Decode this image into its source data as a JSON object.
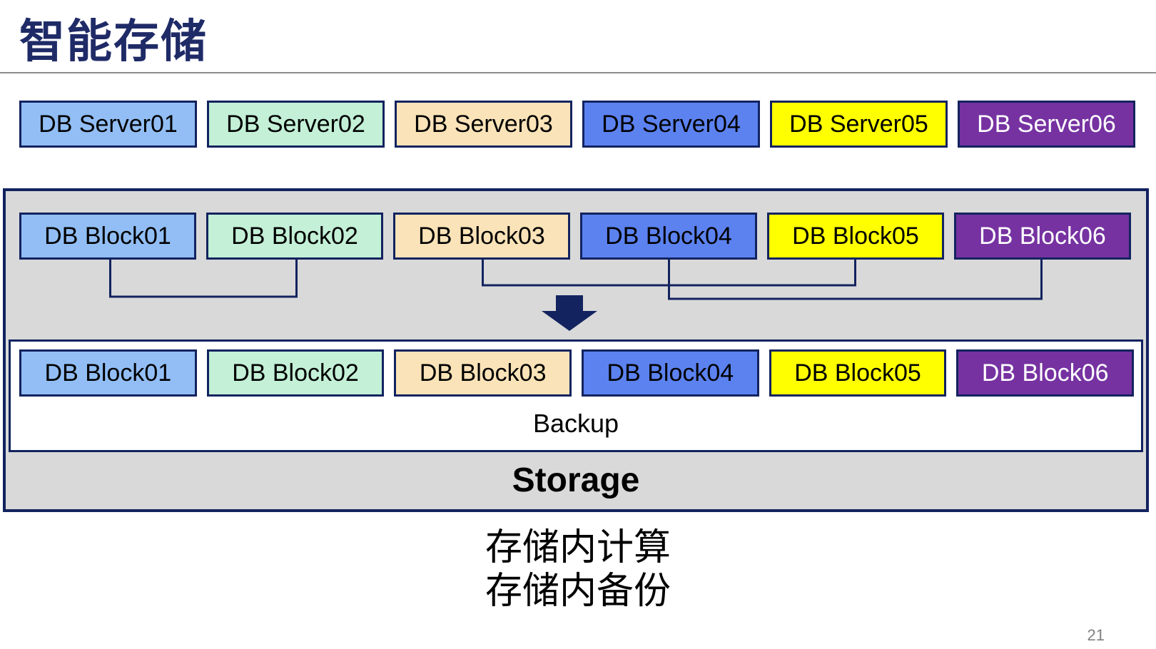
{
  "title": "智能存储",
  "page_number": "21",
  "captions": {
    "line1": "存储内计算",
    "line2": "存储内备份"
  },
  "colors": {
    "navy": "#13235F",
    "title_navy": "#1F2B67",
    "container_gray": "#D9D9D9",
    "divider_gray": "#8C8C8C",
    "page_number_gray": "#808080"
  },
  "palette": [
    {
      "bg": "#92BEF5",
      "text": "#000000"
    },
    {
      "bg": "#C3F0D6",
      "text": "#000000"
    },
    {
      "bg": "#FAE3B8",
      "text": "#000000"
    },
    {
      "bg": "#5C82F0",
      "text": "#000000"
    },
    {
      "bg": "#FFFF00",
      "text": "#000000"
    },
    {
      "bg": "#7632A1",
      "text": "#FFFFFF"
    }
  ],
  "server_row": {
    "items": [
      {
        "label": "DB Server01"
      },
      {
        "label": "DB Server02"
      },
      {
        "label": "DB Server03"
      },
      {
        "label": "DB Server04"
      },
      {
        "label": "DB Server05"
      },
      {
        "label": "DB Server06"
      }
    ]
  },
  "storage_box": {
    "storage_label": "Storage",
    "backup_label": "Backup",
    "block_row_top": {
      "items": [
        {
          "label": "DB Block01"
        },
        {
          "label": "DB Block02"
        },
        {
          "label": "DB Block03"
        },
        {
          "label": "DB Block04"
        },
        {
          "label": "DB Block05"
        },
        {
          "label": "DB Block06"
        }
      ]
    },
    "block_row_bottom": {
      "items": [
        {
          "label": "DB Block01"
        },
        {
          "label": "DB Block02"
        },
        {
          "label": "DB Block03"
        },
        {
          "label": "DB Block04"
        },
        {
          "label": "DB Block05"
        },
        {
          "label": "DB Block06"
        }
      ]
    },
    "connections": [
      {
        "from": "DB Block01",
        "to": "DB Block02"
      },
      {
        "from": "DB Block03",
        "to": "DB Block05"
      },
      {
        "from": "DB Block04",
        "to": "DB Block06"
      }
    ]
  }
}
